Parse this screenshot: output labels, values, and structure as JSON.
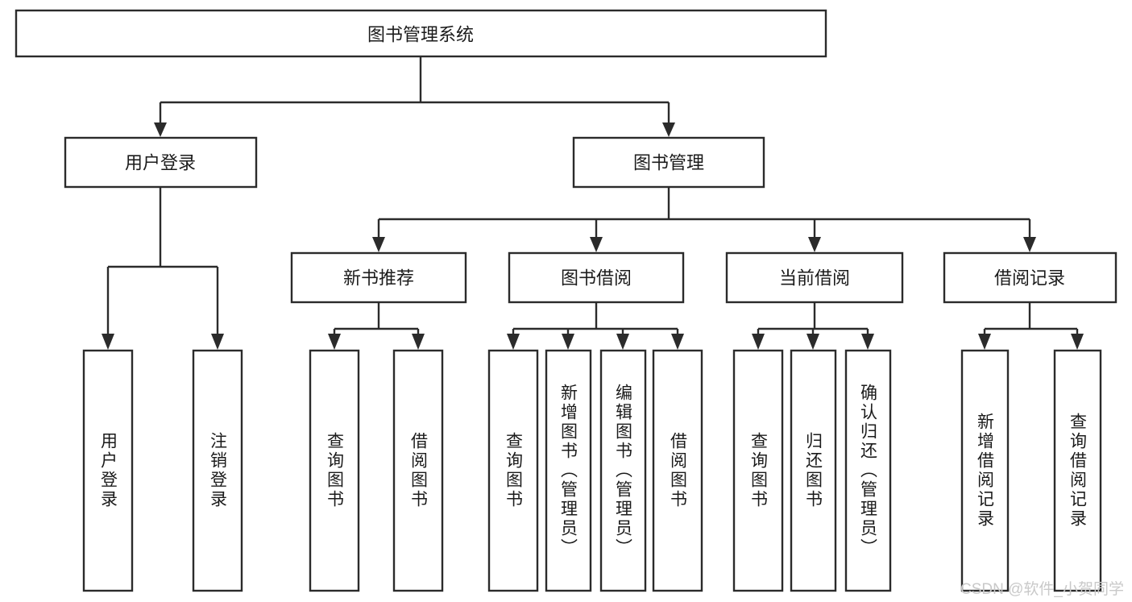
{
  "diagram": {
    "type": "tree-hierarchy-chart",
    "title": "图书管理系统",
    "orientation": "top-down",
    "colors": {
      "box_fill": "#ffffff",
      "box_stroke": "#2b2b2b",
      "connector": "#2b2b2b",
      "text": "#1b1b1b",
      "watermark": "#c9c9c9"
    },
    "levels": {
      "level1": [
        {
          "id": "root",
          "label": "图书管理系统",
          "text_direction": "horizontal"
        }
      ],
      "level2": [
        {
          "id": "user-login",
          "label": "用户登录",
          "text_direction": "horizontal"
        },
        {
          "id": "book-management",
          "label": "图书管理",
          "text_direction": "horizontal"
        }
      ],
      "level3": [
        {
          "id": "new-book-recommend",
          "label": "新书推荐",
          "text_direction": "horizontal",
          "parent": "book-management"
        },
        {
          "id": "book-borrow",
          "label": "图书借阅",
          "text_direction": "horizontal",
          "parent": "book-management"
        },
        {
          "id": "current-borrow",
          "label": "当前借阅",
          "text_direction": "horizontal",
          "parent": "book-management"
        },
        {
          "id": "borrow-record",
          "label": "借阅记录",
          "text_direction": "horizontal",
          "parent": "book-management"
        }
      ],
      "level4": [
        {
          "id": "leaf-user-login",
          "label": "用户登录",
          "text_direction": "vertical",
          "parent": "user-login"
        },
        {
          "id": "leaf-user-logout",
          "label": "注销登录",
          "text_direction": "vertical",
          "parent": "user-login"
        },
        {
          "id": "leaf-query-book-1",
          "label": "查询图书",
          "text_direction": "vertical",
          "parent": "new-book-recommend"
        },
        {
          "id": "leaf-borrow-book-1",
          "label": "借阅图书",
          "text_direction": "vertical",
          "parent": "new-book-recommend"
        },
        {
          "id": "leaf-query-book-2",
          "label": "查询图书",
          "text_direction": "vertical",
          "parent": "book-borrow"
        },
        {
          "id": "leaf-add-book",
          "label": "新增图书（管理员）",
          "text_direction": "vertical",
          "parent": "book-borrow"
        },
        {
          "id": "leaf-edit-book",
          "label": "编辑图书（管理员）",
          "text_direction": "vertical",
          "parent": "book-borrow"
        },
        {
          "id": "leaf-borrow-book-2",
          "label": "借阅图书",
          "text_direction": "vertical",
          "parent": "book-borrow"
        },
        {
          "id": "leaf-query-book-3",
          "label": "查询图书",
          "text_direction": "vertical",
          "parent": "current-borrow"
        },
        {
          "id": "leaf-return-book",
          "label": "归还图书",
          "text_direction": "vertical",
          "parent": "current-borrow"
        },
        {
          "id": "leaf-confirm-return",
          "label": "确认归还（管理员）",
          "text_direction": "vertical",
          "parent": "current-borrow"
        },
        {
          "id": "leaf-add-record",
          "label": "新增借阅记录",
          "text_direction": "vertical",
          "parent": "borrow-record"
        },
        {
          "id": "leaf-query-record",
          "label": "查询借阅记录",
          "text_direction": "vertical",
          "parent": "borrow-record"
        }
      ]
    }
  },
  "watermark": {
    "text": "CSDN @软件_小贺同学"
  }
}
